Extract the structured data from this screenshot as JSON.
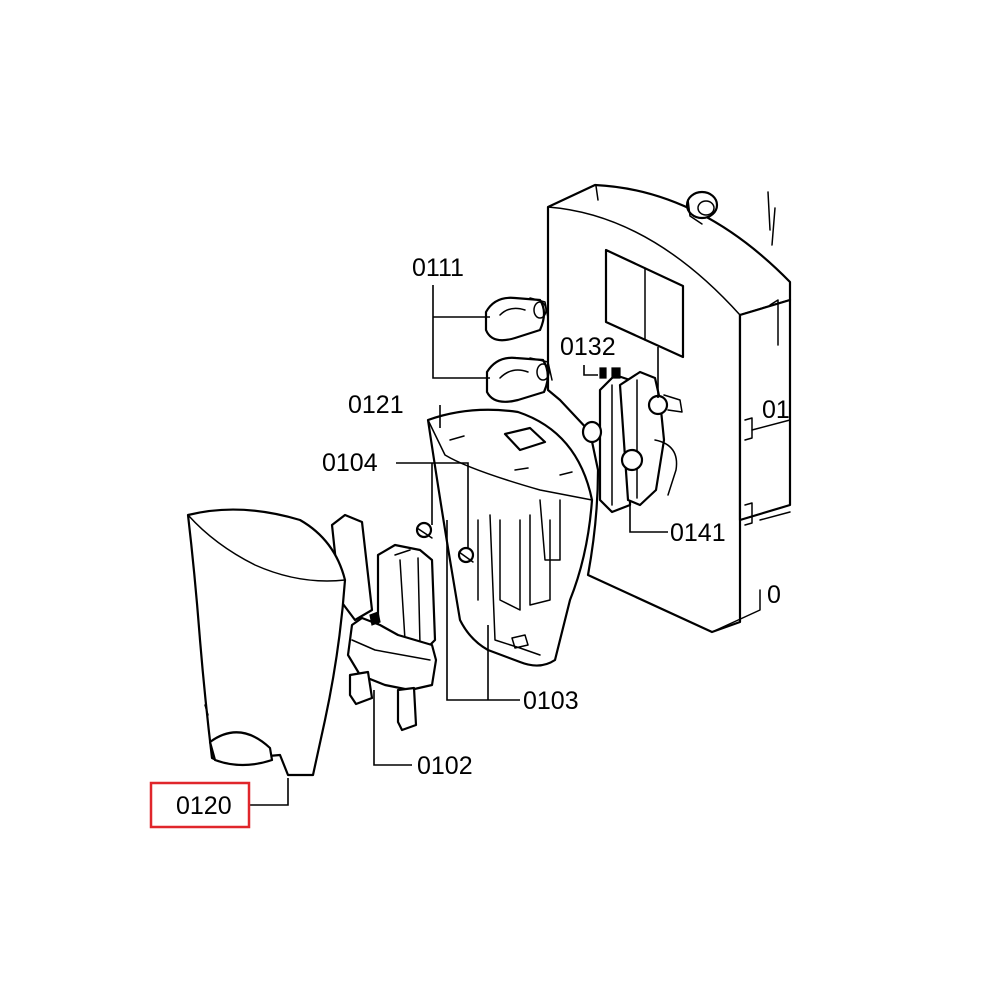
{
  "diagram": {
    "labels": {
      "p0111": "0111",
      "p0132": "0132",
      "p0121": "0121",
      "p0104": "0104",
      "p0141": "0141",
      "p0103": "0103",
      "p0102": "0102",
      "p0120": "0120",
      "cut_right_1": "01",
      "cut_right_2": "0"
    },
    "highlighted_part": "0120",
    "highlight_color": "#e0262b"
  }
}
